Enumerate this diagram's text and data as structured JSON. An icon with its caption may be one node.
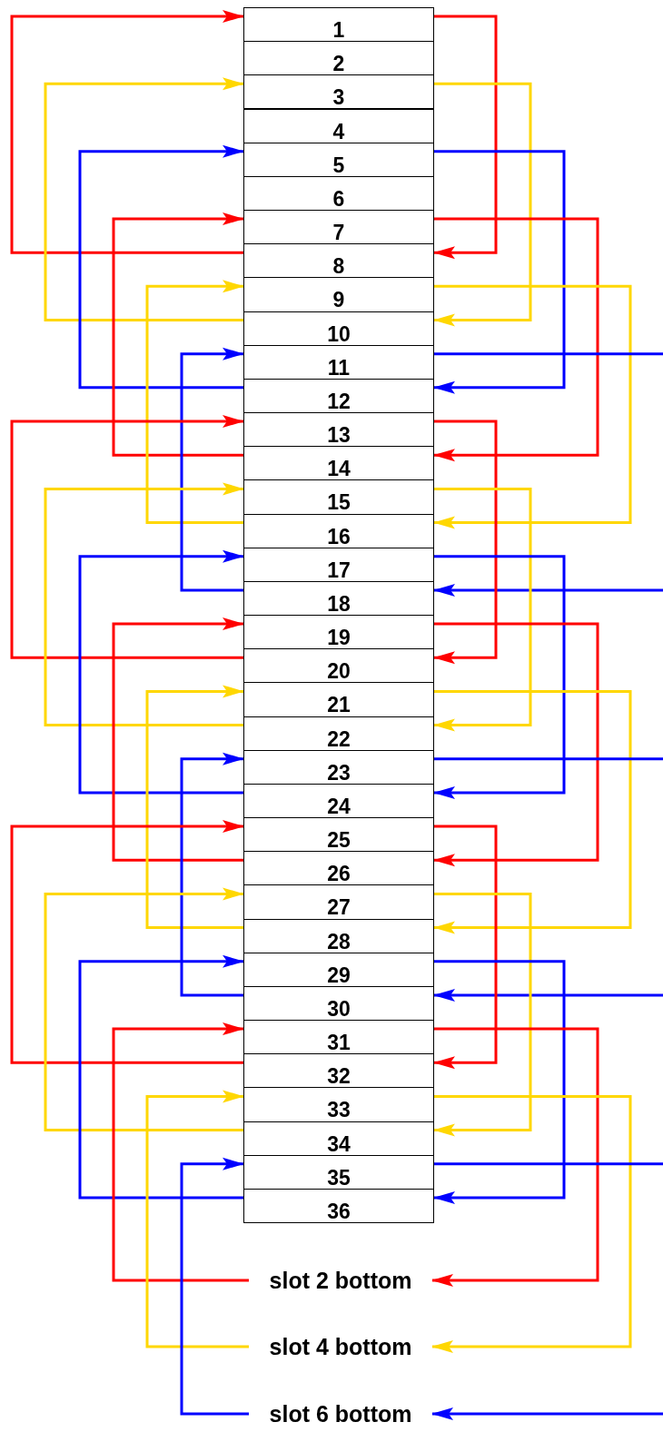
{
  "diagram": {
    "nodes": [
      {
        "text": [
          "1"
        ]
      },
      {
        "text": [
          "2"
        ]
      },
      {
        "text": [
          "3"
        ]
      },
      {
        "text": [
          "4"
        ]
      },
      {
        "text": [
          "5"
        ]
      },
      {
        "text": [
          "6"
        ]
      },
      {
        "text": [
          "7"
        ]
      },
      {
        "text": [
          "8"
        ]
      },
      {
        "text": [
          "9"
        ]
      },
      {
        "text": [
          "10"
        ]
      },
      {
        "text": [
          "11"
        ]
      },
      {
        "text": [
          "12"
        ]
      },
      {
        "text": [
          "13"
        ]
      },
      {
        "text": [
          "14"
        ]
      },
      {
        "text": [
          "15"
        ]
      },
      {
        "text": [
          "16"
        ]
      },
      {
        "text": [
          "17"
        ]
      },
      {
        "text": [
          "18"
        ]
      },
      {
        "text": [
          "19"
        ]
      },
      {
        "text": [
          "20"
        ]
      },
      {
        "text": [
          "21"
        ]
      },
      {
        "text": [
          "22"
        ]
      },
      {
        "text": [
          "23"
        ]
      },
      {
        "text": [
          "24"
        ]
      },
      {
        "text": [
          "25"
        ]
      },
      {
        "text": [
          "26"
        ]
      },
      {
        "text": [
          "27"
        ]
      },
      {
        "text": [
          "28"
        ]
      },
      {
        "text": [
          "29"
        ]
      },
      {
        "text": [
          "30"
        ]
      },
      {
        "text": [
          "31"
        ]
      },
      {
        "text": [
          "32"
        ]
      },
      {
        "text": [
          "33"
        ]
      },
      {
        "text": [
          "34"
        ]
      },
      {
        "text": [
          "35"
        ]
      },
      {
        "text": [
          "36"
        ]
      },
      {
        "text": [
          "slot 2 bottom"
        ]
      },
      {
        "text": [
          "slot 4 bottom"
        ]
      },
      {
        "text": [
          "slot 6 bottom"
        ]
      }
    ],
    "edges": [
      {
        "from": 0,
        "to": 7,
        "arrow": "to",
        "color": "#ff0000"
      },
      {
        "from": 7,
        "to": 0,
        "arrow": "to",
        "color": "#ff0000"
      },
      {
        "from": 2,
        "to": 9,
        "arrow": "to",
        "color": "#ffd700"
      },
      {
        "from": 9,
        "to": 2,
        "arrow": "to",
        "color": "#ffd700"
      },
      {
        "from": 4,
        "to": 11,
        "arrow": "to"
      },
      {
        "from": 11,
        "to": 4,
        "arrow": "to"
      },
      {
        "from": 6,
        "to": 13,
        "arrow": "to",
        "color": "#ff0000"
      },
      {
        "from": 13,
        "to": 6,
        "arrow": "to",
        "color": "#ff0000"
      },
      {
        "from": 8,
        "to": 15,
        "arrow": "to",
        "color": "#ffd700"
      },
      {
        "from": 15,
        "to": 8,
        "arrow": "to",
        "color": "#ffd700"
      },
      {
        "from": null,
        "to": 17,
        "arrow": "to"
      },
      {
        "from": 17,
        "to": 10,
        "arrow": "to"
      },
      {
        "from": 10,
        "to": null,
        "arrow": "none"
      },
      {
        "from": 12,
        "to": 19,
        "arrow": "to",
        "color": "#ff0000"
      },
      {
        "from": 19,
        "to": 12,
        "arrow": "to",
        "color": "#ff0000"
      },
      {
        "from": 14,
        "to": 21,
        "arrow": "to",
        "color": "#ffd700"
      },
      {
        "from": 21,
        "to": 14,
        "arrow": "to",
        "color": "#ffd700"
      },
      {
        "from": 16,
        "to": 23,
        "arrow": "to"
      },
      {
        "from": 23,
        "to": 16,
        "arrow": "to"
      },
      {
        "from": 18,
        "to": 25,
        "arrow": "to",
        "color": "#ff0000"
      },
      {
        "from": 25,
        "to": 18,
        "arrow": "to",
        "color": "#ff0000"
      },
      {
        "from": 20,
        "to": 27,
        "arrow": "to",
        "color": "#ffd700"
      },
      {
        "from": 27,
        "to": 20,
        "arrow": "to",
        "color": "#ffd700"
      },
      {
        "from": null,
        "to": 29,
        "arrow": "to"
      },
      {
        "from": 29,
        "to": 22,
        "arrow": "to"
      },
      {
        "from": 22,
        "to": null,
        "arrow": "none"
      },
      {
        "from": 24,
        "to": 31,
        "arrow": "to",
        "color": "#ff0000"
      },
      {
        "from": 31,
        "to": 24,
        "arrow": "to",
        "color": "#ff0000"
      },
      {
        "from": 26,
        "to": 33,
        "arrow": "to",
        "color": "#ffd700"
      },
      {
        "from": 33,
        "to": 26,
        "arrow": "to",
        "color": "#ffd700"
      },
      {
        "from": 28,
        "to": 35,
        "arrow": "to"
      },
      {
        "from": 35,
        "to": 28,
        "arrow": "to"
      },
      {
        "from": 30,
        "to": 36,
        "arrow": "to",
        "color": "#ff0000"
      },
      {
        "from": 36,
        "to": 30,
        "arrow": "to",
        "color": "#ff0000"
      },
      {
        "from": 32,
        "to": 37,
        "arrow": "to",
        "color": "#ffd700"
      },
      {
        "from": 37,
        "to": 32,
        "arrow": "to",
        "color": "#ffd700"
      },
      {
        "from": null,
        "to": 38,
        "arrow": "to"
      },
      {
        "from": 38,
        "to": 34,
        "arrow": "to"
      },
      {
        "from": 34,
        "to": null,
        "arrow": "none"
      }
    ]
  }
}
